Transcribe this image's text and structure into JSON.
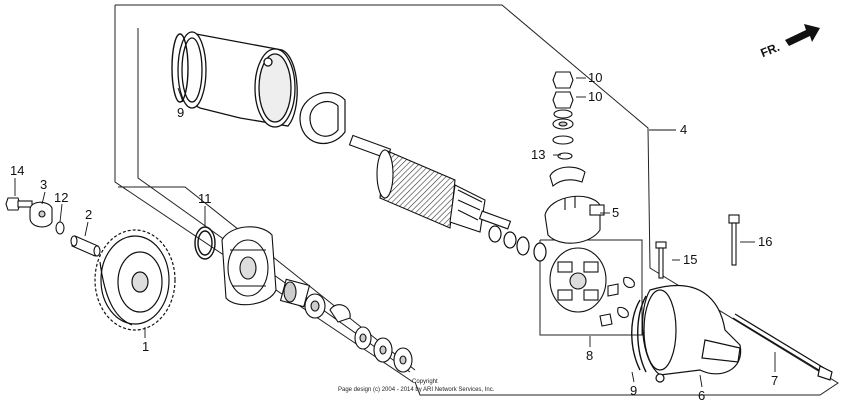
{
  "diagram": {
    "callouts": {
      "c1": "1",
      "c2": "2",
      "c3": "3",
      "c4": "4",
      "c5": "5",
      "c6": "6",
      "c7": "7",
      "c8": "8",
      "c9a": "9",
      "c9b": "9",
      "c10a": "10",
      "c10b": "10",
      "c11": "11",
      "c12": "12",
      "c13": "13",
      "c14": "14",
      "c15": "15",
      "c16": "16"
    },
    "direction_label": "FR.",
    "copyright_line1": "Copyright",
    "copyright_line2": "Page design (c) 2004 - 2014 by ARI Network Services, Inc."
  }
}
